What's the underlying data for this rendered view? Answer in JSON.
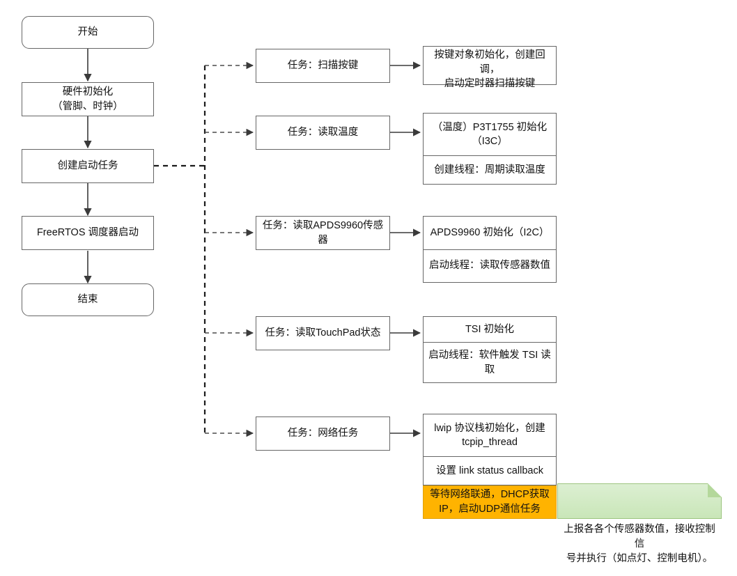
{
  "diagram": {
    "title": "FreeRTOS 启动与任务初始化流程图",
    "colors": {
      "node_border": "#666666",
      "node_fill": "#ffffff",
      "edge": "#3a3a3a",
      "orange_fill": "#ffb300",
      "green_fill": "#cfe8bf",
      "text": "#111111"
    },
    "main_flow": [
      {
        "id": "start",
        "label": "开始",
        "shape": "rounded"
      },
      {
        "id": "hw_init",
        "label": "硬件初始化\n（管脚、时钟）",
        "shape": "rect"
      },
      {
        "id": "create_task",
        "label": "创建启动任务",
        "shape": "rect"
      },
      {
        "id": "sched",
        "label": "FreeRTOS 调度器启动",
        "shape": "rect"
      },
      {
        "id": "end",
        "label": "结束",
        "shape": "rounded"
      }
    ],
    "tasks": [
      {
        "id": "task_key",
        "label": "任务：扫描按键",
        "detail_cells": [
          "按键对象初始化，创建回调，\n启动定时器扫描按键"
        ]
      },
      {
        "id": "task_temp",
        "label": "任务：读取温度",
        "detail_cells": [
          "（温度）P3T1755 初始化\n（I3C）",
          "创建线程：周期读取温度"
        ]
      },
      {
        "id": "task_apds",
        "label": "任务：读取APDS9960传感器",
        "detail_cells": [
          "APDS9960 初始化（I2C）",
          "启动线程：读取传感器数值"
        ]
      },
      {
        "id": "task_touch",
        "label": "任务：读取TouchPad状态",
        "detail_cells": [
          "TSI 初始化",
          "启动线程：软件触发 TSI 读取"
        ]
      },
      {
        "id": "task_net",
        "label": "任务：网络任务",
        "detail_cells": [
          "lwip 协议栈初始化，创建\ntcpip_thread",
          "设置 link status callback"
        ]
      }
    ],
    "notes": [
      {
        "id": "note_orange",
        "label": "等待网络联通，DHCP获取\nIP，启动UDP通信任务",
        "style": "orange"
      },
      {
        "id": "note_green",
        "label": "上报各各个传感器数值，接收控制信\n号并执行（如点灯、控制电机）。",
        "style": "green-folded"
      }
    ]
  }
}
